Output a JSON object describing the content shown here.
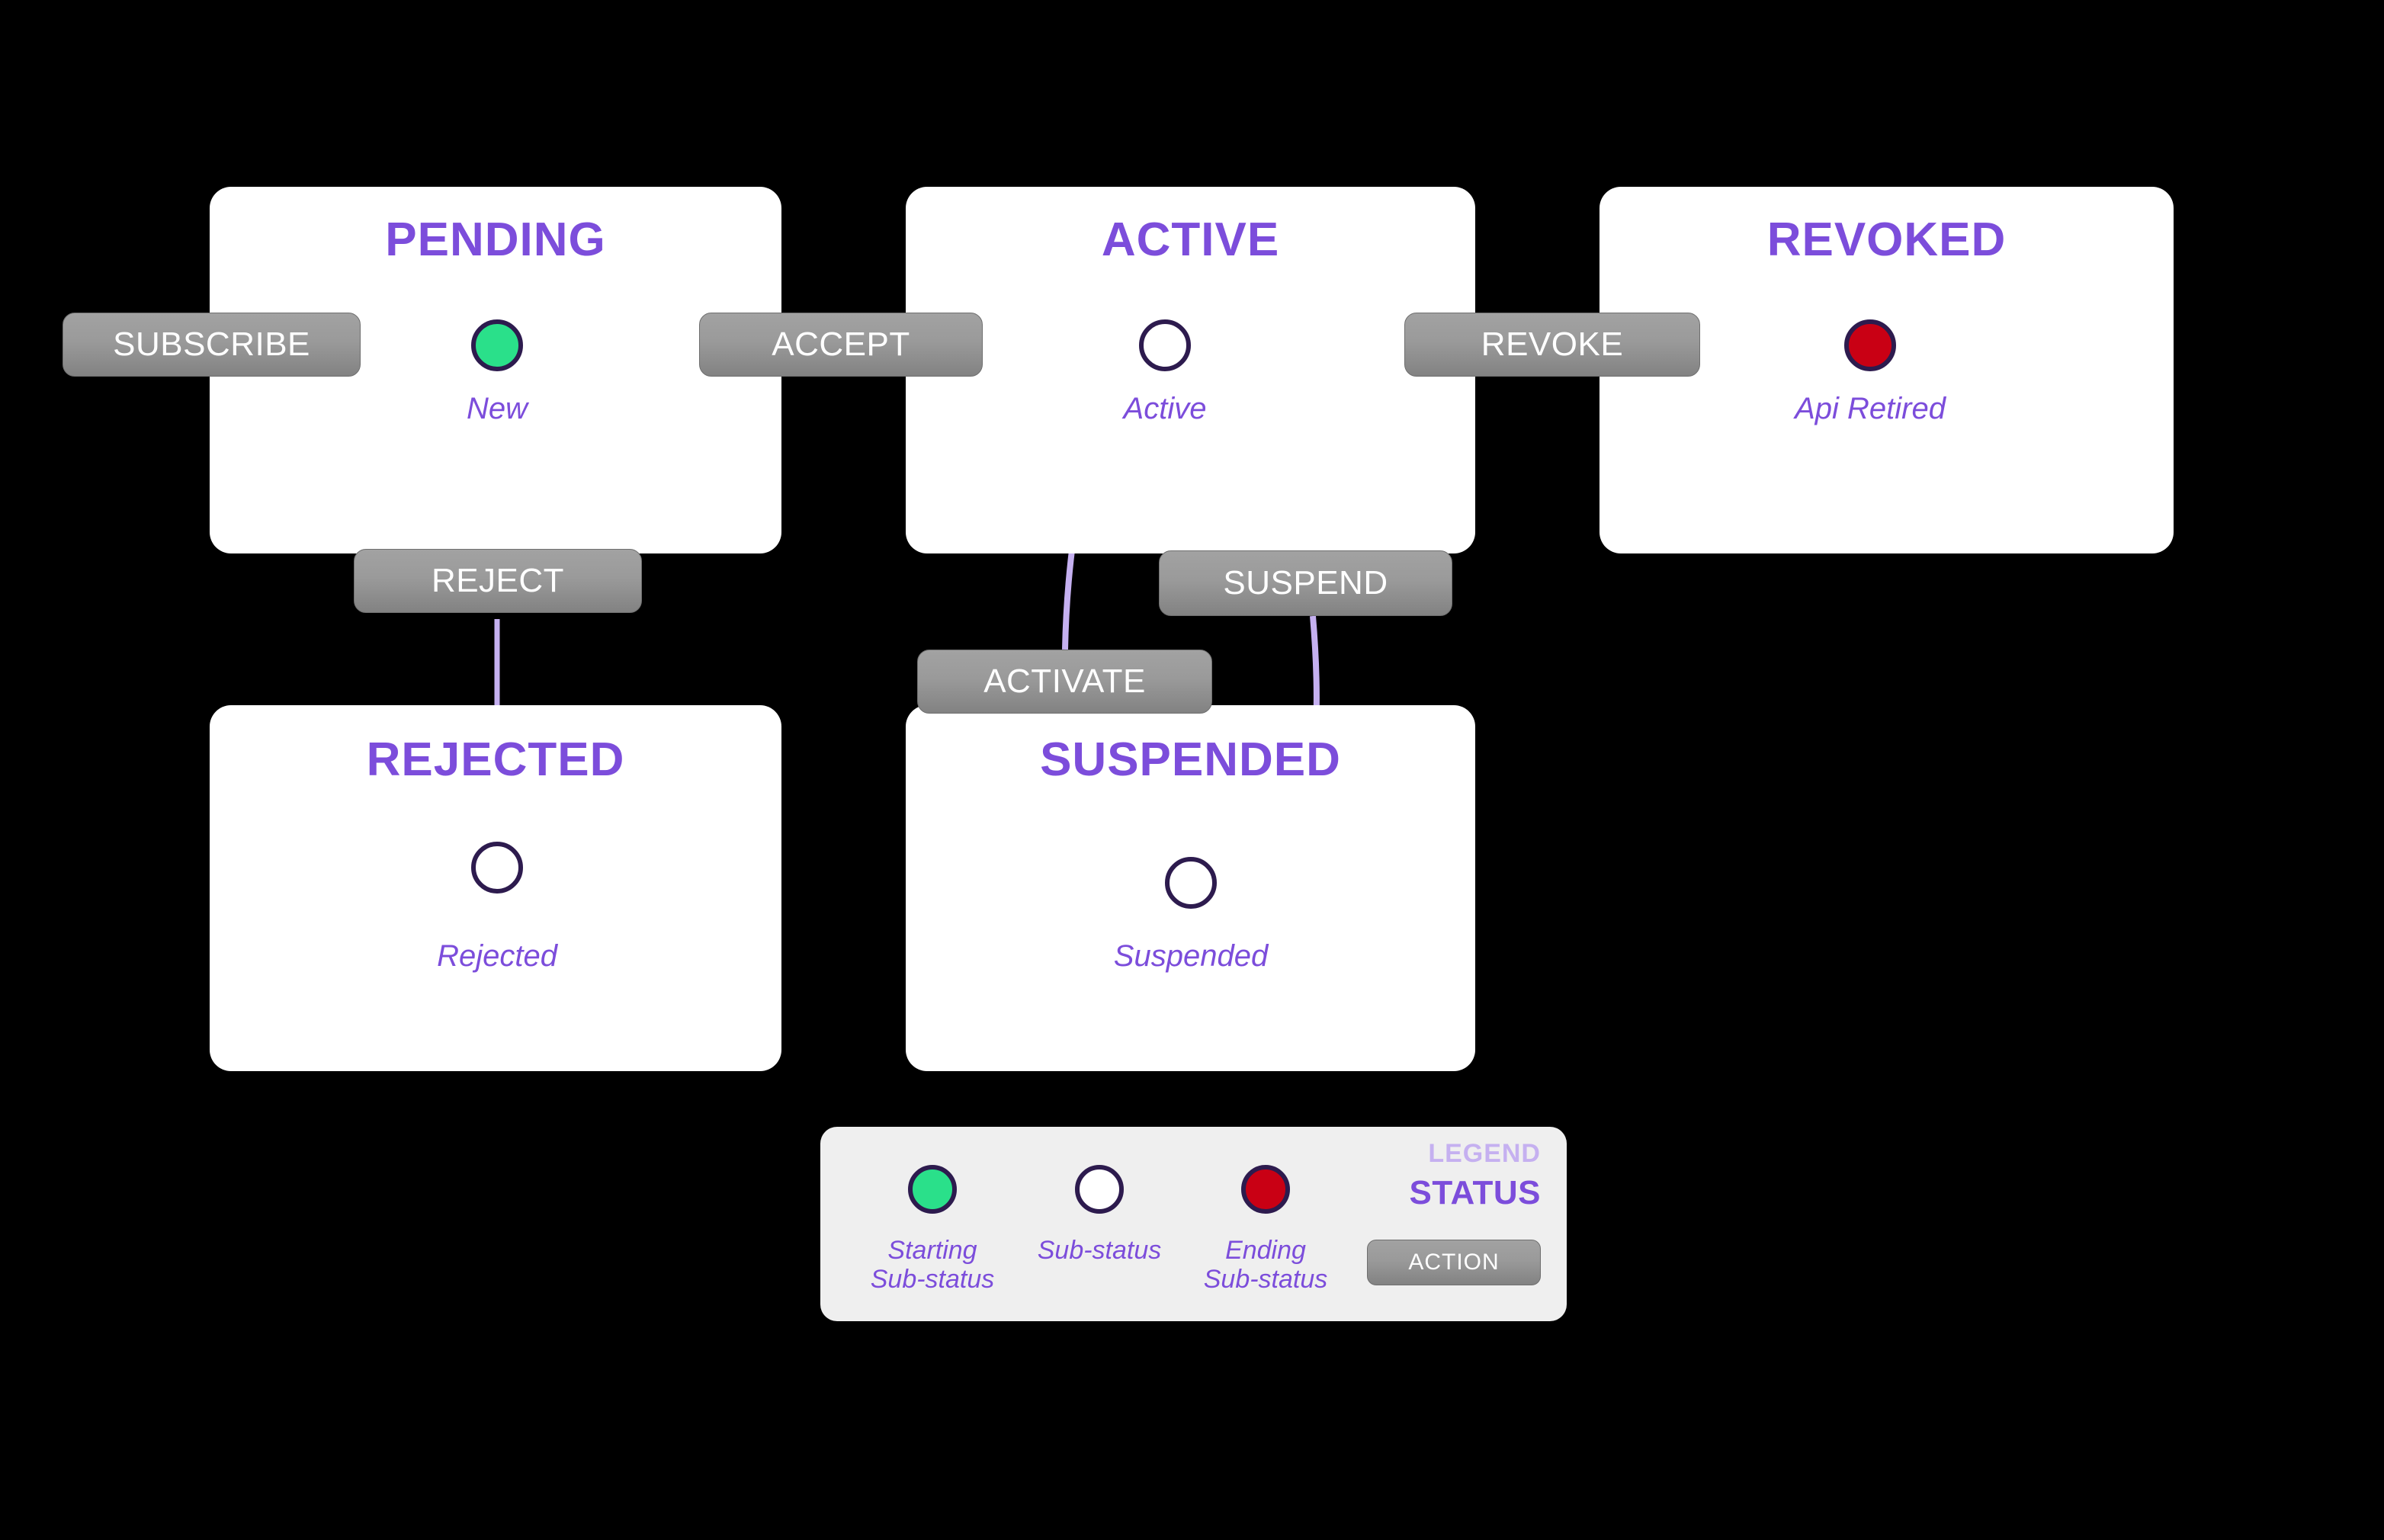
{
  "diagram": {
    "type": "state-machine",
    "colors": {
      "status_heading": "#7c4ddb",
      "sub_status_label": "#7c4ddb",
      "node_border": "#2d1b4e",
      "starting_fill": "#2ae08a",
      "sub_status_fill": "#ffffff",
      "ending_fill": "#c90014",
      "edge": "#c5b0f0",
      "action_pill": "#9a9a9a",
      "panel_bg": "#ffffff",
      "legend_bg": "#efefef",
      "background": "#000000"
    },
    "statuses": [
      {
        "id": "pending",
        "title": "PENDING",
        "sub_status": "New",
        "node_kind": "start"
      },
      {
        "id": "active",
        "title": "ACTIVE",
        "sub_status": "Active",
        "node_kind": "mid"
      },
      {
        "id": "revoked",
        "title": "REVOKED",
        "sub_status": "Api Retired",
        "node_kind": "end"
      },
      {
        "id": "rejected",
        "title": "REJECTED",
        "sub_status": "Rejected",
        "node_kind": "mid"
      },
      {
        "id": "suspended",
        "title": "SUSPENDED",
        "sub_status": "Suspended",
        "node_kind": "mid"
      }
    ],
    "actions": [
      {
        "id": "subscribe",
        "label": "SUBSCRIBE",
        "from": "",
        "to": "New"
      },
      {
        "id": "accept",
        "label": "ACCEPT",
        "from": "New",
        "to": "Active"
      },
      {
        "id": "revoke",
        "label": "REVOKE",
        "from": "Active",
        "to": "Api Retired"
      },
      {
        "id": "reject",
        "label": "REJECT",
        "from": "New",
        "to": "Rejected"
      },
      {
        "id": "suspend",
        "label": "SUSPEND",
        "from": "Active",
        "to": "Suspended"
      },
      {
        "id": "activate",
        "label": "ACTIVATE",
        "from": "Suspended",
        "to": "Active"
      }
    ],
    "legend": {
      "title_small": "LEGEND",
      "title_big": "STATUS",
      "items": [
        {
          "id": "starting",
          "label": "Starting\nSub-status",
          "line1": "Starting",
          "line2": "Sub-status"
        },
        {
          "id": "substatus",
          "label": "Sub-status",
          "line1": "Sub-status",
          "line2": ""
        },
        {
          "id": "ending",
          "label": "Ending\nSub-status",
          "line1": "Ending",
          "line2": "Sub-status"
        }
      ],
      "action_label": "ACTION"
    }
  }
}
